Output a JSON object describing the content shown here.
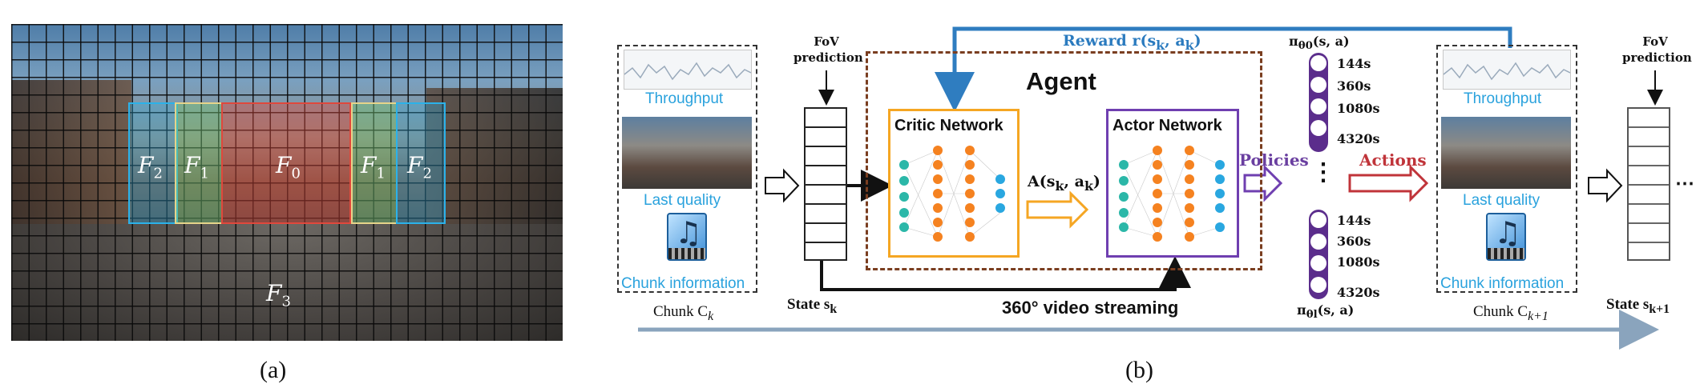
{
  "panel_a": {
    "caption": "(a)",
    "regions": [
      {
        "label": "F",
        "sub": "2",
        "color": "#2bb2ea"
      },
      {
        "label": "F",
        "sub": "1",
        "color": "#e6d48a"
      },
      {
        "label": "F",
        "sub": "0",
        "color": "#e0483c"
      },
      {
        "label": "F",
        "sub": "1",
        "color": "#e6d48a"
      },
      {
        "label": "F",
        "sub": "2",
        "color": "#2bb2ea"
      }
    ],
    "outside_label": {
      "label": "F",
      "sub": "3"
    }
  },
  "panel_b": {
    "caption": "(b)",
    "left_chunk": {
      "throughput": "Throughput",
      "last_quality": "Last quality",
      "chunk_info": "Chunk information",
      "chunk_label": "Chunk C",
      "chunk_sub": "k"
    },
    "right_chunk": {
      "throughput": "Throughput",
      "last_quality": "Last quality",
      "chunk_info": "Chunk information",
      "chunk_label": "Chunk C",
      "chunk_sub": "k+1"
    },
    "fov_left": "FoV prediction",
    "fov_right": "FoV prediction",
    "state_left": {
      "text": "State s",
      "sub": "k"
    },
    "state_right": {
      "text": "State s",
      "sub": "k+1"
    },
    "agent_title": "Agent",
    "critic_title": "Critic Network",
    "actor_title": "Actor Network",
    "reward_text": "Reward r(s",
    "reward_sub1": "k",
    "reward_mid": ", a",
    "reward_sub2": "k",
    "reward_end": ")",
    "advantage_text": "A(s",
    "advantage_sub1": "k",
    "advantage_mid": ", a",
    "advantage_sub2": "k",
    "advantage_end": ")",
    "policies_label": "Policies",
    "actions_label": "Actions",
    "video_label": "360° video streaming",
    "policy_top": {
      "text": "π",
      "sub": "θ0",
      "arg": "(s, a)"
    },
    "policy_bottom": {
      "text": "π",
      "sub": "θl",
      "arg": "(s, a)"
    },
    "bitrates_top": [
      "144s",
      "360s",
      "1080s",
      "4320s"
    ],
    "bitrates_bottom": [
      "144s",
      "360s",
      "1080s",
      "4320s"
    ],
    "vdots": "⋮",
    "ellipsis": "⋯",
    "colors": {
      "critic": "#f5a623",
      "actor": "#6f3fb0",
      "reward_arrow": "#2f7dc0",
      "actions_arrow": "#c0343a",
      "agent_border": "#7a3e20",
      "timeline": "#8aa4bd"
    }
  }
}
